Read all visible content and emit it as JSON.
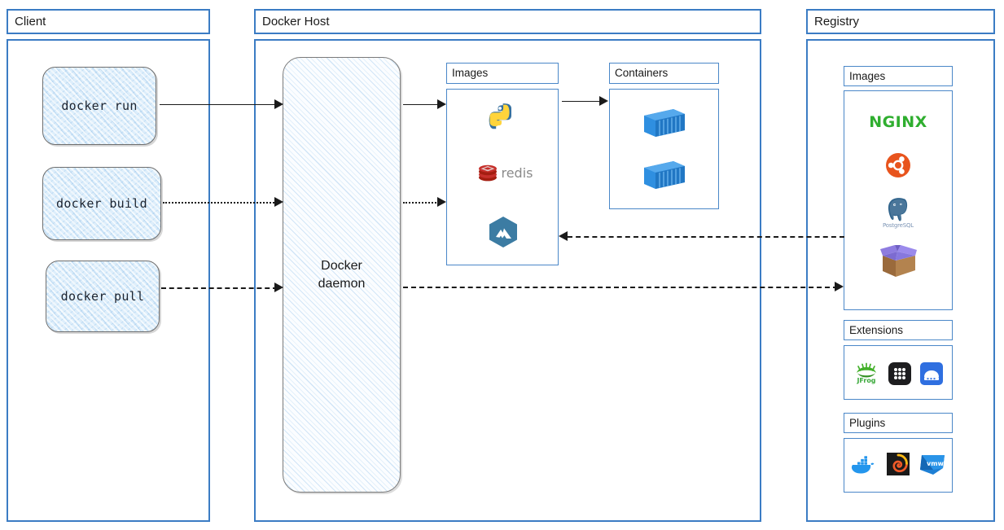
{
  "panels": [
    {
      "key": "client",
      "title": "Client"
    },
    {
      "key": "docker_host",
      "title": "Docker Host"
    },
    {
      "key": "registry",
      "title": "Registry"
    }
  ],
  "client": {
    "title": "Client",
    "commands": [
      {
        "label": "docker run",
        "edge_style": "solid"
      },
      {
        "label": "docker build",
        "edge_style": "dotted"
      },
      {
        "label": "docker pull",
        "edge_style": "dashed"
      }
    ]
  },
  "docker_host": {
    "title": "Docker Host",
    "daemon": {
      "line1": "Docker",
      "line2": "daemon"
    },
    "images": {
      "title": "Images",
      "items": [
        {
          "name": "python-icon",
          "label": "Python"
        },
        {
          "name": "redis-icon",
          "label": "redis"
        },
        {
          "name": "alpine-hexagon-icon",
          "label": "Alpine"
        }
      ]
    },
    "containers": {
      "title": "Containers",
      "items": [
        {
          "name": "shipping-container-icon",
          "label": "Container"
        },
        {
          "name": "shipping-container-icon",
          "label": "Container"
        }
      ]
    }
  },
  "registry": {
    "title": "Registry",
    "images": {
      "title": "Images",
      "items": [
        {
          "name": "nginx-icon",
          "label": "NGINX"
        },
        {
          "name": "ubuntu-icon",
          "label": "Ubuntu"
        },
        {
          "name": "postgresql-icon",
          "label": "PostgreSQL"
        },
        {
          "name": "open-box-icon",
          "label": "Package"
        }
      ]
    },
    "extensions": {
      "title": "Extensions",
      "items": [
        {
          "name": "jfrog-icon",
          "label": "JFrog"
        },
        {
          "name": "grid-dots-icon",
          "label": "Grid"
        },
        {
          "name": "disk-blue-icon",
          "label": "Storage"
        }
      ]
    },
    "plugins": {
      "title": "Plugins",
      "items": [
        {
          "name": "docker-whale-icon",
          "label": "Docker"
        },
        {
          "name": "grafana-icon",
          "label": "Grafana"
        },
        {
          "name": "vmware-icon",
          "label": "VMware"
        }
      ]
    }
  },
  "edges": [
    {
      "name": "docker-run-to-daemon",
      "style": "solid",
      "direction": "right"
    },
    {
      "name": "docker-build-to-daemon",
      "style": "dotted",
      "direction": "right"
    },
    {
      "name": "docker-pull-to-daemon",
      "style": "dashed",
      "direction": "right"
    },
    {
      "name": "daemon-to-images",
      "style": "solid",
      "direction": "right"
    },
    {
      "name": "daemon-to-images-dotted",
      "style": "dotted",
      "direction": "right"
    },
    {
      "name": "images-to-containers",
      "style": "solid",
      "direction": "right"
    },
    {
      "name": "registry-images-to-images",
      "style": "dashed",
      "direction": "left"
    },
    {
      "name": "daemon-to-registry-images",
      "style": "dashed",
      "direction": "right"
    }
  ],
  "colors": {
    "panel_border": "#3b7cc4",
    "sub_border": "#4a87c8",
    "sketch_fill": "#ddeefb",
    "sketch_stroke": "#6f6f6f",
    "edge": "#1a1a1a",
    "nginx_green": "#2fae2f",
    "ubuntu_orange": "#e8541d",
    "redis_red": "#c6302b",
    "container_blue": "#2f8fe0",
    "alpine_blue": "#3c7ca3",
    "docker_blue": "#2496ed"
  }
}
